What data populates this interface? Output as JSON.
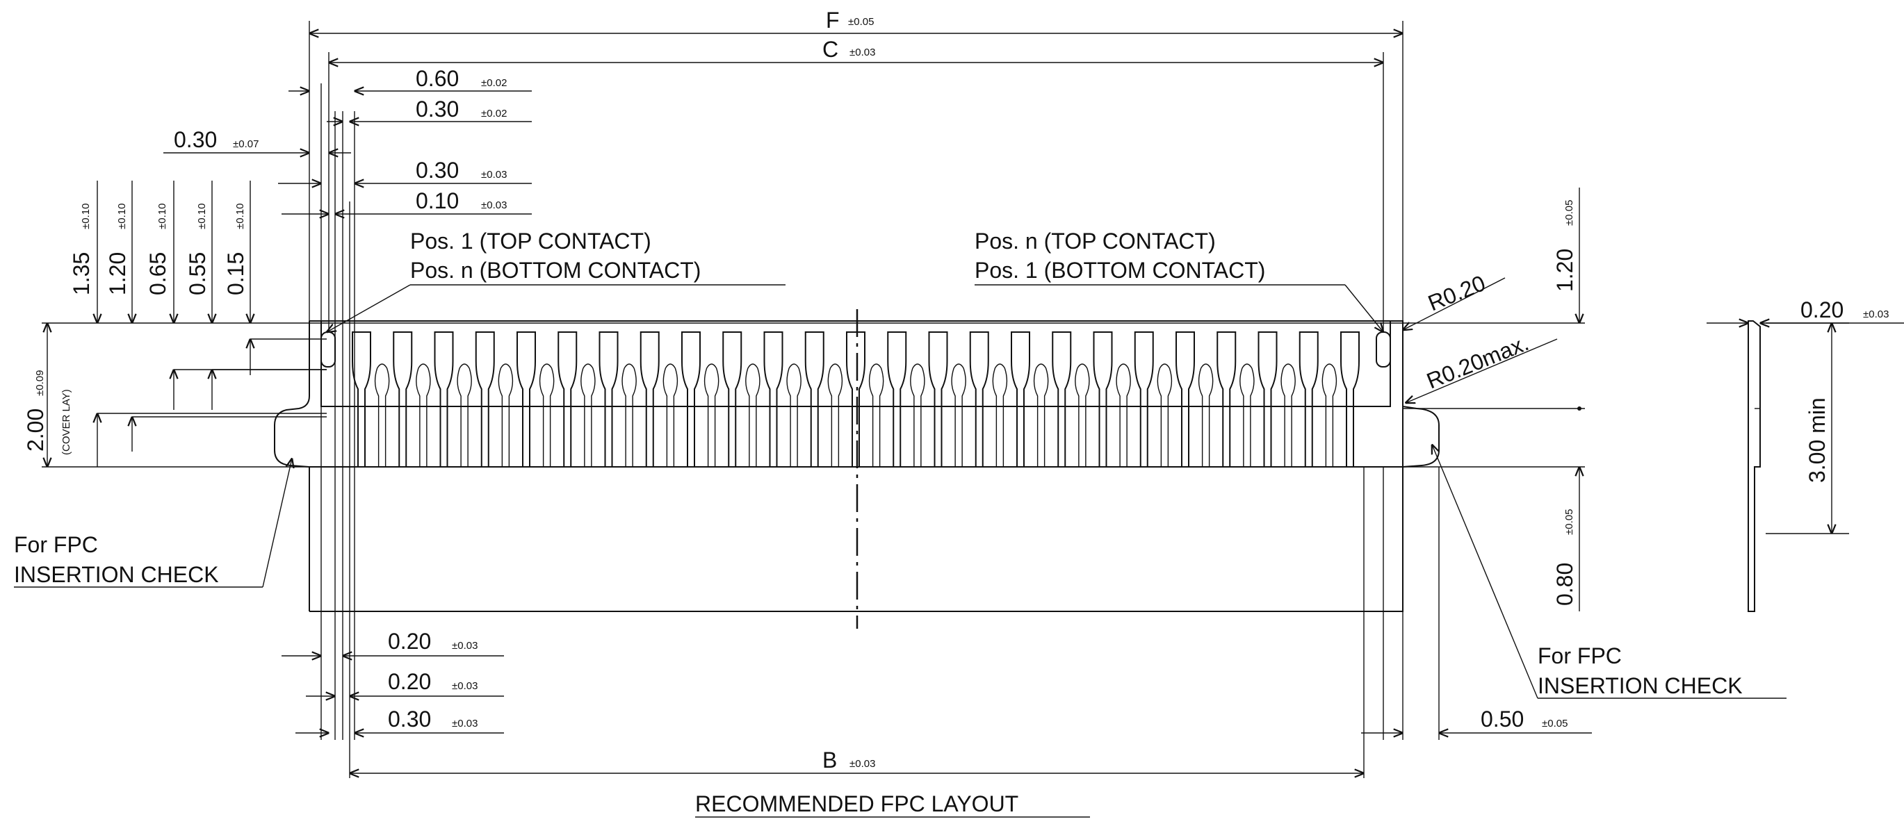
{
  "title": "RECOMMENDED FPC LAYOUT",
  "dims": {
    "F": {
      "label": "F",
      "tol": "±0.05"
    },
    "C": {
      "label": "C",
      "tol": "±0.03"
    },
    "B": {
      "label": "B",
      "tol": "±0.03"
    },
    "top_060": {
      "value": "0.60",
      "tol": "±0.02"
    },
    "top_030a": {
      "value": "0.30",
      "tol": "±0.02"
    },
    "left_030": {
      "value": "0.30",
      "tol": "±0.07"
    },
    "top_030b": {
      "value": "0.30",
      "tol": "±0.03"
    },
    "top_010": {
      "value": "0.10",
      "tol": "±0.03"
    },
    "v_135": {
      "value": "1.35",
      "tol": "±0.10"
    },
    "v_120": {
      "value": "1.20",
      "tol": "±0.10"
    },
    "v_065": {
      "value": "0.65",
      "tol": "±0.10"
    },
    "v_055": {
      "value": "0.55",
      "tol": "±0.10"
    },
    "v_015": {
      "value": "0.15",
      "tol": "±0.10"
    },
    "v_200": {
      "value": "2.00",
      "tol": "±0.09",
      "sub": "(COVER LAY)"
    },
    "right_120": {
      "value": "1.20",
      "tol": "±0.05"
    },
    "right_080": {
      "value": "0.80",
      "tol": "±0.05"
    },
    "bot_020a": {
      "value": "0.20",
      "tol": "±0.03"
    },
    "bot_020b": {
      "value": "0.20",
      "tol": "±0.03"
    },
    "bot_030": {
      "value": "0.30",
      "tol": "±0.03"
    },
    "bot_050": {
      "value": "0.50",
      "tol": "±0.05"
    },
    "side_020": {
      "value": "0.20",
      "tol": "±0.03"
    },
    "side_300": {
      "value": "3.00 min"
    },
    "r020": {
      "value": "R0.20"
    },
    "r020max": {
      "value": "R0.20max."
    }
  },
  "notes": {
    "pos_left_1": "Pos. 1 (TOP CONTACT)",
    "pos_left_2": "Pos. n (BOTTOM CONTACT)",
    "pos_right_1": "Pos. n (TOP CONTACT)",
    "pos_right_2": "Pos. 1 (BOTTOM CONTACT)",
    "fpc_check_1": "For FPC",
    "fpc_check_2": "INSERTION CHECK"
  },
  "pad_count": 25
}
